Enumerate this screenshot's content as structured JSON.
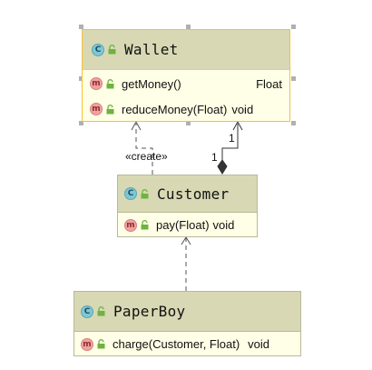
{
  "classes": {
    "wallet": {
      "name": "Wallet",
      "kind_icon": "class-c-icon",
      "members": [
        {
          "signature": "getMoney()",
          "return_type": "Float"
        },
        {
          "signature": "reduceMoney(Float)",
          "return_type": "void"
        }
      ]
    },
    "customer": {
      "name": "Customer",
      "kind_icon": "class-c-icon",
      "members": [
        {
          "signature": "pay(Float)",
          "return_type": "void"
        }
      ]
    },
    "paperboy": {
      "name": "PaperBoy",
      "kind_icon": "class-c-icon",
      "members": [
        {
          "signature": "charge(Customer, Float)",
          "return_type": "void"
        }
      ]
    }
  },
  "icons": {
    "class": "C",
    "method": "m"
  },
  "relations": {
    "create_label": "«create»",
    "composition_multiplicity_top": "1",
    "composition_multiplicity_bottom": "1"
  },
  "colors": {
    "header_bg": "#d8d8b4",
    "body_bg": "#fffee6",
    "selected_border": "#f3c237",
    "class_icon": "#7ec7d3",
    "method_icon": "#f2a1a1",
    "lock_icon": "#6db33f"
  }
}
